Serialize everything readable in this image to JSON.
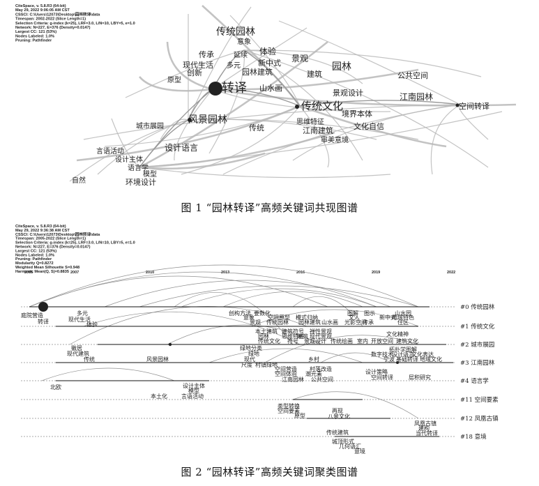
{
  "figure1": {
    "caption": "图 1 “园林转译”高频关键词共现图谱",
    "meta": [
      "CiteSpace, v. 5.8.R3 (64-bit)",
      "May 29, 2022 9:06:05 AM CST",
      "CSSCI: C:\\Users\\12073\\Desktop\\园林转译\\data",
      "Timespan: 2002-2022 (Slice Length=1)",
      "Selection Criteria: g-index (k=25), LRF=3.0, L/N=10, LBY=5, e=1.0",
      "Network: N=227, E=376 (Density=0.0147)",
      "Largest CC: 121 (53%)",
      "Nodes Labeled: 1.0%",
      "Pruning: Pathfinder"
    ],
    "keywords": {
      "k1": "传统园林",
      "k2": "意象",
      "k3": "传承",
      "k4": "延续",
      "k5": "体验",
      "k6": "景观",
      "k7": "现代生活",
      "k8": "多元",
      "k9": "新中式",
      "k10": "创新",
      "k11": "园林建筑",
      "k12": "园林",
      "k13": "建筑",
      "k14": "公共空间",
      "k15": "原型",
      "k16": "转译",
      "k17": "山水画",
      "k18": "景观设计",
      "k19": "江南园林",
      "k20": "传统文化",
      "k21": "空间转译",
      "k22": "境界本体",
      "k23": "风景园林",
      "k24": "思维特征",
      "k25": "文化自信",
      "k26": "城市展园",
      "k27": "传统",
      "k28": "江南建筑",
      "k29": "审美意境",
      "k30": "言语活动",
      "k31": "设计语言",
      "k32": "设计主体",
      "k33": "语言学",
      "k34": "模型",
      "k35": "自然",
      "k36": "环境设计"
    }
  },
  "figure2": {
    "caption": "图 2 “园林转译”高频关键词聚类图谱",
    "meta": [
      "CiteSpace, v. 5.8.R3 (64-bit)",
      "May 29, 2022 9:36:38 AM CST",
      "CSSCI: C:\\Users\\12073\\Desktop\\园林转译\\data",
      "Timespan: 2005-2022 (Slice Length=1)",
      "Selection Criteria: g-index (k=25), LRF=3.0, L/N=10, LBY=5, e=1.0",
      "Network: N=227, E=376 (Density=0.0147)",
      "Largest CC: 121 (53%)",
      "Nodes Labeled: 1.0%",
      "Pruning: Pathfinder",
      "Modularity Q=0.8272",
      "Weighted Mean Silhouette S=0.948",
      "Harmonic Mean(Q, S)=0.8835"
    ],
    "years": [
      "2005",
      "2007",
      "2010",
      "2013",
      "2016",
      "2019",
      "2022"
    ],
    "clusters": [
      "#0 传统园林",
      "#1 传统文化",
      "#2 城市展园",
      "#3 江南园林",
      "#4 语言学",
      "#11 空间要素",
      "#12 凤凰古镇",
      "#18 意境"
    ],
    "terms": {
      "t1": "庭院营造",
      "t2": "转译",
      "t3": "多元",
      "t4": "现代生活",
      "t5": "体验",
      "t6": "创构方法",
      "t7": "要数化",
      "t8": "意象",
      "t9": "空间原型",
      "t10": "模式归纳",
      "t11": "景观",
      "t12": "传统园林",
      "t13": "园林建筑",
      "t14": "山水画",
      "t15": "光影空间",
      "t16": "图解",
      "t17": "图示",
      "t18": "文人",
      "t19": "传承",
      "t20": "新中式",
      "t21": "山水园",
      "t22": "地域特色",
      "t23": "住区",
      "t24": "本土建筑",
      "t25": "建筑符号",
      "t26": "禅性景观",
      "t27": "园林",
      "t28": "思维特征",
      "t29": "建筑",
      "t30": "现代景观",
      "t31": "文化精神",
      "t32": "传统文化",
      "t33": "符号",
      "t34": "景观设计",
      "t35": "传统绘画",
      "t36": "室内",
      "t37": "开放空间",
      "t38": "建筑文化",
      "t39": "徽居",
      "t40": "现代建筑",
      "t41": "传统",
      "t42": "风景园林",
      "t43": "绿地分类",
      "t44": "绿地",
      "t45": "现代",
      "t46": "尺度",
      "t47": "村镇绿地",
      "t48": "乡村",
      "t49": "拓扑学图解",
      "t50": "数字技术",
      "t51": "设计语言",
      "t52": "文化表达",
      "t53": "宁波",
      "t54": "基础转译",
      "t55": "地域文化",
      "t56": "空间营造",
      "t57": "村落改造",
      "t58": "空间体验",
      "t59": "潮元素",
      "t60": "设计策略",
      "t61": "江南园林",
      "t62": "公共空间",
      "t63": "空间转译",
      "t64": "层积研究",
      "t65": "北欧",
      "t66": "设计主体",
      "t67": "模型",
      "t68": "本土化",
      "t69": "言语活动",
      "t70": "类型转换",
      "t71": "空间要素",
      "t72": "原型",
      "t73": "再现",
      "t74": "八景文化",
      "t75": "凤凰古镇",
      "t76": "建构",
      "t77": "当代转译",
      "t78": "传统建筑",
      "t79": "城顶形式",
      "t80": "几何语汇",
      "t81": "意境"
    }
  }
}
